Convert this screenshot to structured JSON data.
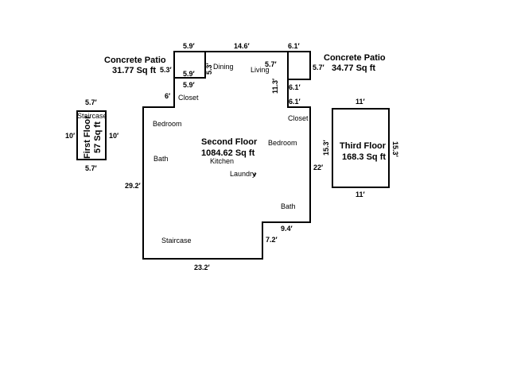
{
  "sections": {
    "patio_left": {
      "name": "Concrete Patio",
      "area": "31.77 Sq ft"
    },
    "patio_right": {
      "name": "Concrete Patio",
      "area": "34.77 Sq ft"
    },
    "first_floor": {
      "name": "First Floor",
      "area": "57 Sq ft"
    },
    "second_floor": {
      "name": "Second Floor",
      "area": "1084.62 Sq ft"
    },
    "third_floor": {
      "name": "Third Floor",
      "area": "168.3 Sq ft"
    }
  },
  "rooms": {
    "dining": "Dining",
    "living": "Living",
    "closet_left": "Closet",
    "closet_right": "Closet",
    "bedroom_left": "Bedroom",
    "bedroom_right": "Bedroom",
    "bath_left": "Bath",
    "bath_right": "Bath",
    "kitchen": "Kitchen",
    "laundry": "Laundry",
    "staircase_main": "Staircase",
    "staircase_first": "Staircase"
  },
  "dimensions": {
    "patio_left_top": "5.9′",
    "patio_left_side": "5.3′",
    "patio_left_inner": "5.3′",
    "patio_left_bottom": "5.9′",
    "patio_left_under": "5.9′",
    "top_middle": "14.6′",
    "patio_right_top": "6.1′",
    "patio_right_left": "5.7′",
    "patio_right_right": "5.7′",
    "patio_right_bottom": "6.1′",
    "stem_right": "11.3′",
    "right_top": "6.1′",
    "stem_left": "6′",
    "left_wall": "29.2′",
    "right_wall": "22′",
    "notch_top": "9.4′",
    "notch_side": "7.2′",
    "bottom_wall": "23.2′",
    "first_top": "5.7′",
    "first_left": "10′",
    "first_right": "10′",
    "first_bottom": "5.7′",
    "third_top": "11′",
    "third_left": "15.3′",
    "third_right": "15.3′",
    "third_bottom": "11′"
  }
}
